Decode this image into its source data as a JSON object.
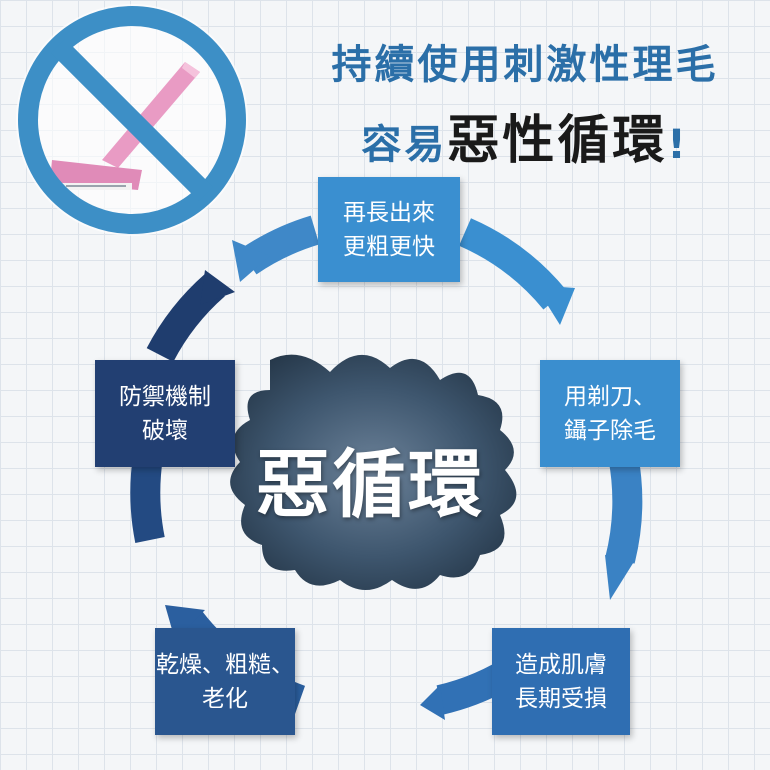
{
  "headline": {
    "line1": "持續使用刺激性理毛",
    "line2_prefix": "容易",
    "line2_emphasis": "惡性循環",
    "line2_suffix": "!"
  },
  "center": {
    "label": "惡循環"
  },
  "steps": [
    {
      "line1": "再長出來",
      "line2": "更粗更快"
    },
    {
      "line1": "用剃刀、",
      "line2": "鑷子除毛"
    },
    {
      "line1": "造成肌膚",
      "line2": "長期受損"
    },
    {
      "line1": "乾燥、粗糙、",
      "line2": "老化"
    },
    {
      "line1": "防禦機制",
      "line2": "破壞"
    }
  ],
  "icons": {
    "prohibition": "no-razor-icon"
  },
  "colors": {
    "title_blue": "#2b6fa8",
    "box_light": "#3a8fd0",
    "box_mid": "#2f6eb2",
    "box_dark": "#223f72",
    "ring_dark": "#1f3d6e",
    "ring_light": "#5aaee0",
    "razor_pink": "#e99bc4",
    "ban_circle": "#3d8fc6"
  }
}
